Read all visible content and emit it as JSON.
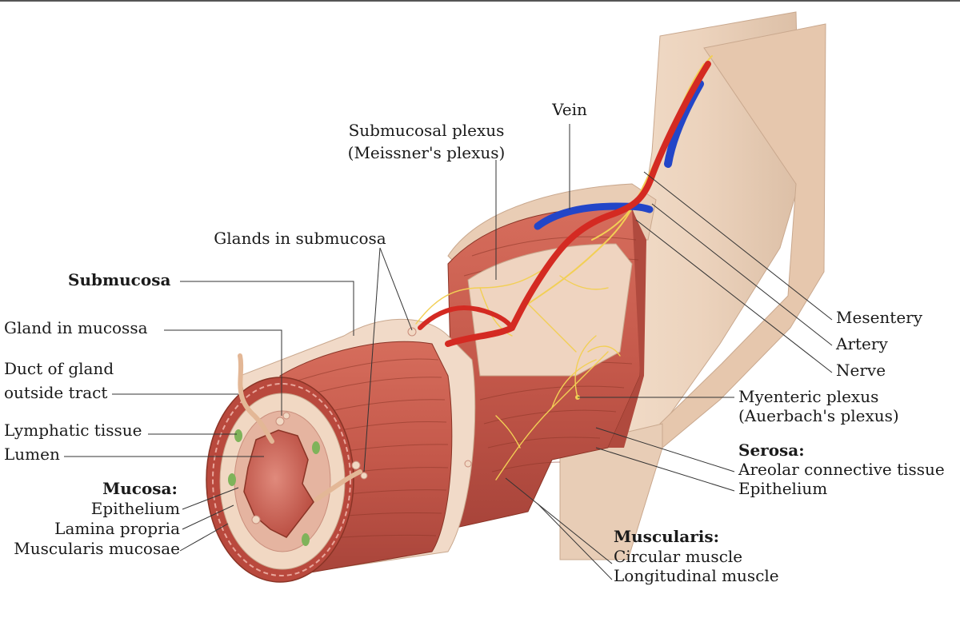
{
  "labels": {
    "submucosal_plexus": [
      "Submucosal plexus",
      "(Meissner's plexus)"
    ],
    "vein": "Vein",
    "glands_in_submucosa": "Glands in submucosa",
    "submucosa": "Submucosa",
    "gland_in_mucosa": "Gland in mucossa",
    "duct_of_gland": [
      "Duct of gland",
      "outside tract"
    ],
    "lymphatic_tissue": "Lymphatic tissue",
    "lumen": "Lumen",
    "mucosa_title": "Mucosa:",
    "mucosa_items": [
      "Epithelium",
      "Lamina propria",
      "Muscularis mucosae"
    ],
    "mesentery": "Mesentery",
    "artery": "Artery",
    "nerve": "Nerve",
    "myenteric_plexus": [
      "Myenteric plexus",
      "(Auerbach's plexus)"
    ],
    "serosa_title": "Serosa:",
    "serosa_items": [
      "Areolar connective tissue",
      "Epithelium"
    ],
    "muscularis_title": "Muscularis:",
    "muscularis_items": [
      "Circular muscle",
      "Longitudinal muscle"
    ]
  },
  "colors": {
    "serosa": "#ecd3bd",
    "muscle": "#c4584a",
    "submucosa": "#efd4c0",
    "artery": "#d42a22",
    "vein": "#2346c8",
    "nerve": "#f2cf55",
    "lymphatic": "#7fb35a"
  }
}
